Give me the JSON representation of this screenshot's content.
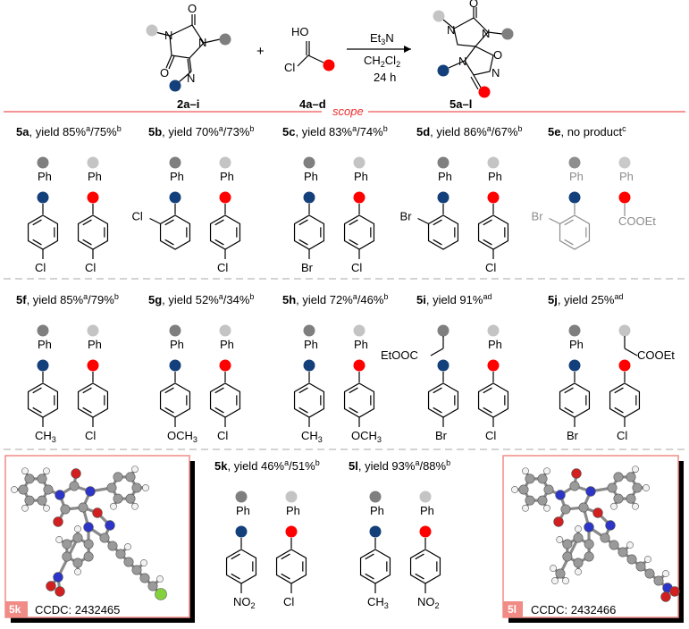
{
  "colors": {
    "dark_gray": "#7f7f7f",
    "light_gray": "#c4c4c4",
    "blue": "#13407a",
    "red": "#ff0000",
    "scope_red": "#ee2b2b",
    "frame_pink": "#f08b86",
    "bond": "#000000",
    "faded": "#8c8c8c",
    "atom_gray": "#9a9a9a",
    "atom_white": "#f2f2f2",
    "atom_blue": "#2c35c8",
    "atom_red": "#d21f1f",
    "atom_green": "#84d13d"
  },
  "reaction": {
    "reagent1_label": "2a–i",
    "reagent2_label": "4a–d",
    "product_label": "5a–l",
    "plus": "+",
    "conditions": [
      "Et3N",
      "CH2Cl2",
      "24 h"
    ],
    "atoms": {
      "N": "N",
      "O": "O",
      "HO": "HO",
      "Cl": "Cl"
    }
  },
  "scope_label": "scope",
  "entries": [
    {
      "id": "5a",
      "text": ", yield 85%",
      "sup1": "a",
      "text2": "/75%",
      "sup2": "b",
      "top1": "Ph",
      "top2": "Ph",
      "sub1": "Cl",
      "sub2": "Cl"
    },
    {
      "id": "5b",
      "text": ", yield 70%",
      "sup1": "a",
      "text2": "/73%",
      "sup2": "b",
      "top1": "Ph",
      "top2": "Ph",
      "ortho1": "Cl",
      "sub2": "Cl"
    },
    {
      "id": "5c",
      "text": ", yield 83%",
      "sup1": "a",
      "text2": "/74%",
      "sup2": "b",
      "top1": "Ph",
      "top2": "Ph",
      "sub1": "Br",
      "sub2": "Cl"
    },
    {
      "id": "5d",
      "text": ", yield 86%",
      "sup1": "a",
      "text2": "/67%",
      "sup2": "b",
      "top1": "Ph",
      "top2": "Ph",
      "ortho1": "Br",
      "sub2": "Cl"
    },
    {
      "id": "5e",
      "text": ", no product",
      "sup1": "c",
      "top1": "Ph",
      "top2": "Ph",
      "ortho1": "Br",
      "ester": "COOEt"
    },
    {
      "id": "5f",
      "text": ", yield 85%",
      "sup1": "a",
      "text2": "/79%",
      "sup2": "b",
      "top1": "Ph",
      "top2": "Ph",
      "sub1": "CH3",
      "sub2": "Cl"
    },
    {
      "id": "5g",
      "text": ", yield 52%",
      "sup1": "a",
      "text2": "/34%",
      "sup2": "b",
      "top1": "Ph",
      "top2": "Ph",
      "sub1": "OCH3",
      "sub2": "Cl"
    },
    {
      "id": "5h",
      "text": ", yield 72%",
      "sup1": "a",
      "text2": "/46%",
      "sup2": "b",
      "top1": "Ph",
      "top2": "Ph",
      "sub1": "CH3",
      "sub2": "OCH3"
    },
    {
      "id": "5i",
      "text": ", yield 91%",
      "sup1": "ad",
      "top_ester1": "EtOOC",
      "top2": "Ph",
      "sub1": "Br",
      "sub2": "Cl"
    },
    {
      "id": "5j",
      "text": ", yield 25%",
      "sup1": "ad",
      "top1": "Ph",
      "top_ester2": "COOEt",
      "sub1": "Br",
      "sub2": "Cl"
    },
    {
      "id": "5k",
      "text": ", yield 46%",
      "sup1": "a",
      "text2": "/51%",
      "sup2": "b",
      "top1": "Ph",
      "top2": "Ph",
      "sub1": "NO2",
      "sub2": "Cl"
    },
    {
      "id": "5l",
      "text": ", yield 93%",
      "sup1": "a",
      "text2": "/88%",
      "sup2": "b",
      "top1": "Ph",
      "top2": "Ph",
      "sub1": "CH3",
      "sub2": "NO2"
    }
  ],
  "crystals": [
    {
      "tag": "5k",
      "caption": "CCDC: 2432465"
    },
    {
      "tag": "5l",
      "caption": "CCDC: 2432466"
    }
  ]
}
